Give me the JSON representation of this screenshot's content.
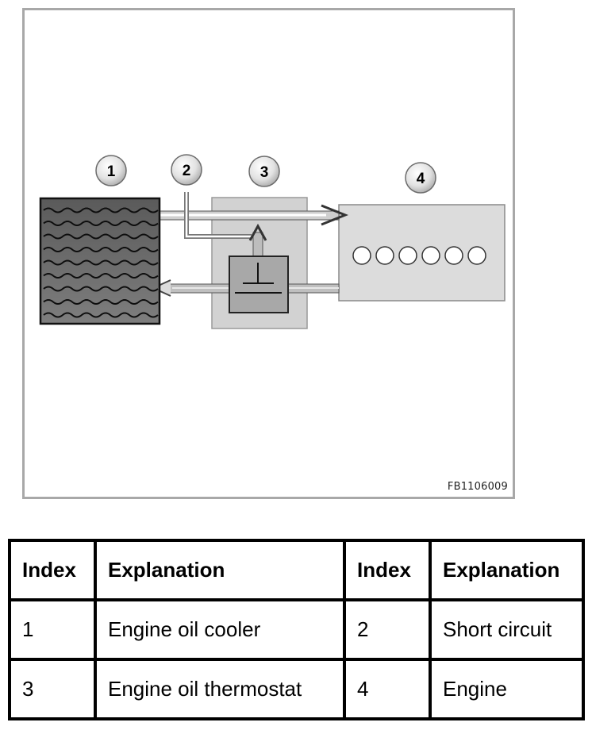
{
  "diagram": {
    "callouts": [
      "1",
      "2",
      "3",
      "4"
    ],
    "reference_code": "FB1106009"
  },
  "legend": {
    "headers": [
      "Index",
      "Explanation",
      "Index",
      "Explanation"
    ],
    "rows": [
      [
        "1",
        "Engine oil cooler",
        "2",
        "Short circuit"
      ],
      [
        "3",
        "Engine oil thermostat",
        "4",
        "Engine"
      ]
    ]
  }
}
